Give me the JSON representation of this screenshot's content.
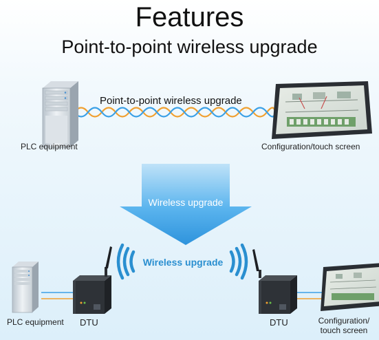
{
  "header": {
    "title": "Features",
    "subtitle": "Point-to-point wireless upgrade"
  },
  "top_section": {
    "link_label": "Point-to-point wireless upgrade",
    "left_device_label": "PLC equipment",
    "right_device_label": "Configuration/touch screen"
  },
  "arrow": {
    "label": "Wireless upgrade",
    "color": "#3aa0e6"
  },
  "bottom_section": {
    "wireless_label": "Wireless upgrade",
    "plc_label": "PLC equipment",
    "left_dtu_label": "DTU",
    "right_dtu_label": "DTU",
    "screen_label_line1": "Configuration/",
    "screen_label_line2": "touch screen"
  },
  "icons": [
    "server-icon",
    "touch-screen-icon",
    "dtu-icon",
    "antenna-icon",
    "wifi-waves-icon"
  ],
  "colors": {
    "background": "#eef7fc",
    "cable_orange": "#f0a030",
    "cable_blue": "#3aa0e6",
    "accent_blue": "#2a8fd0"
  }
}
